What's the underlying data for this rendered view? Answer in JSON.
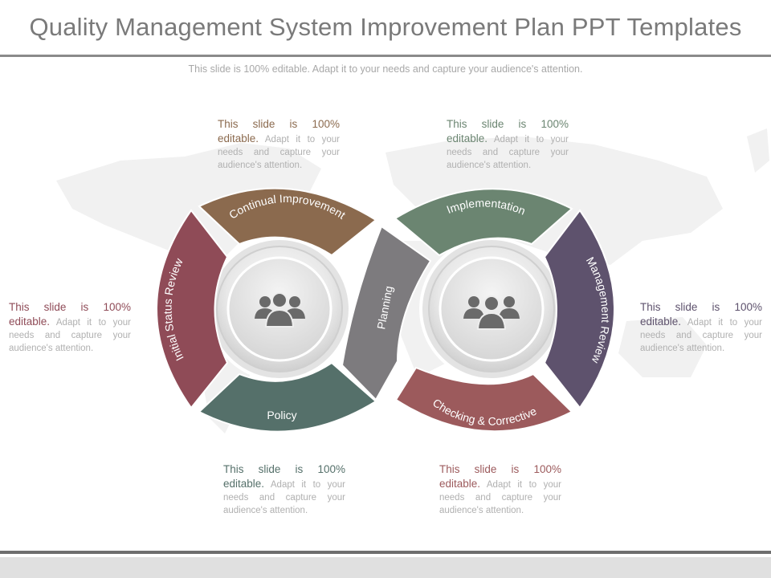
{
  "title": "Quality Management System Improvement Plan PPT Templates",
  "subtitle": "This slide is 100% editable. Adapt it to your needs and capture your audience's attention.",
  "notes": {
    "top_left": {
      "lead": "This slide is 100% editable.",
      "body": "Adapt it to your needs and capture your audience's attention."
    },
    "top_right": {
      "lead": "This slide is 100% editable.",
      "body": "Adapt it to your needs and capture your audience's attention."
    },
    "left": {
      "lead": "This slide is 100% editable.",
      "body": "Adapt it to your needs and capture your audience's attention."
    },
    "right": {
      "lead": "This slide is 100% editable.",
      "body": "Adapt it to your needs and capture your audience's attention."
    },
    "bottom_left": {
      "lead": "This slide is 100% editable.",
      "body": "Adapt it to your needs and capture your audience's attention."
    },
    "bottom_right": {
      "lead": "This slide is 100% editable.",
      "body": "Adapt it to your needs and capture your audience's attention."
    }
  },
  "segments": {
    "continual_improvement": {
      "label": "Continual Improvement",
      "color": "#8b6a4e"
    },
    "implementation": {
      "label": "Implementation",
      "color": "#6b8571"
    },
    "initial_status_review": {
      "label": "Initial Status Review",
      "color": "#8f4b57"
    },
    "planning": {
      "label": "Planning",
      "color": "#7d7b7e"
    },
    "management_review": {
      "label": "Management Review",
      "color": "#5e526d"
    },
    "policy": {
      "label": "Policy",
      "color": "#55706a"
    },
    "checking_corrective": {
      "label": "Checking & Corrective",
      "color": "#9c5a5c"
    }
  },
  "icons": {
    "left_hub": "people-group-icon",
    "right_hub": "people-group-icon"
  }
}
